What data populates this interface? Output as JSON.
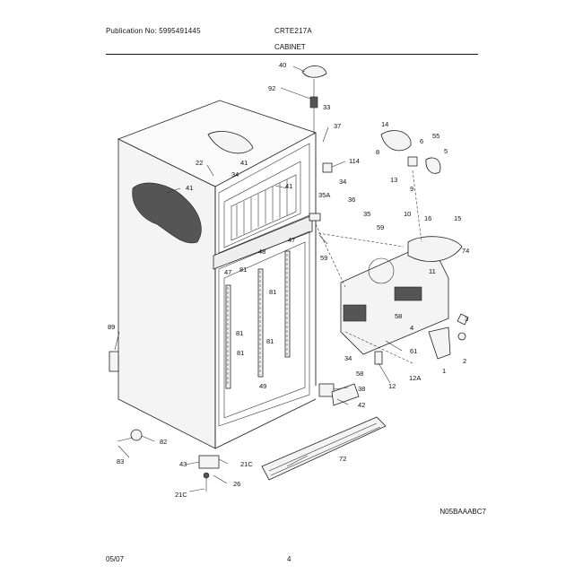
{
  "header": {
    "publication": "Publication No: 5995491445",
    "model": "CRTE217A",
    "section": "CABINET"
  },
  "diagram_code": "N05BAAABC7",
  "footer": {
    "date": "05/07",
    "page": "4"
  },
  "callouts": [
    "40",
    "92",
    "33",
    "37",
    "14",
    "55",
    "6",
    "8",
    "5",
    "13",
    "9",
    "22",
    "34",
    "41",
    "41",
    "114",
    "41",
    "35A",
    "34",
    "36",
    "35",
    "59",
    "10",
    "16",
    "15",
    "59",
    "74",
    "47",
    "48",
    "47",
    "81",
    "81",
    "11",
    "58",
    "4",
    "3",
    "2",
    "1",
    "89",
    "81",
    "81",
    "81",
    "61",
    "34",
    "58",
    "12",
    "12A",
    "49",
    "38",
    "42",
    "82",
    "83",
    "72",
    "43",
    "21C",
    "26",
    "21C"
  ]
}
